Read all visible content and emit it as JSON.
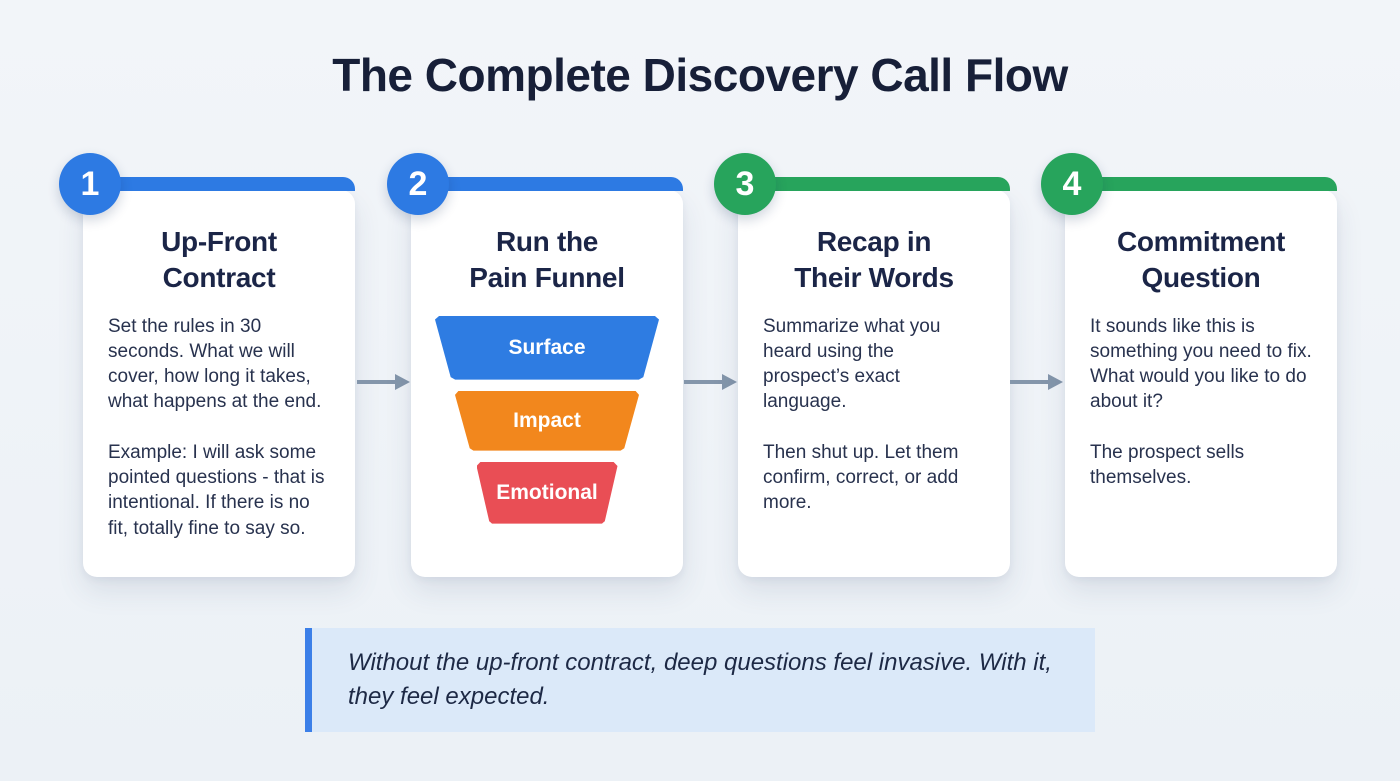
{
  "page": {
    "title": "The Complete Discovery Call Flow",
    "background_color": "#eef2f6"
  },
  "colors": {
    "accent_blue": "#2d7ae3",
    "accent_green": "#27a45c",
    "arrow_gray": "#8496ab",
    "title_navy": "#171f38"
  },
  "steps": [
    {
      "number": "1",
      "accent": "#2d7ae3",
      "title": "Up-Front\nContract",
      "paragraphs": [
        "Set the rules in 30 seconds. What we will cover, how long it takes, what happens at the end.",
        "Example: I will ask some pointed questions - that is intentional. If there is no fit, totally fine to say so."
      ]
    },
    {
      "number": "2",
      "accent": "#2d7ae3",
      "title": "Run the\nPain Funnel",
      "funnel": {
        "layers": [
          {
            "label": "Surface",
            "color": "#2e7ce2"
          },
          {
            "label": "Impact",
            "color": "#f2871d"
          },
          {
            "label": "Emotional",
            "color": "#e94e55"
          }
        ]
      }
    },
    {
      "number": "3",
      "accent": "#27a45c",
      "title": "Recap in\nTheir Words",
      "paragraphs": [
        "Summarize what you heard using the prospect’s exact language.",
        "Then shut up. Let them confirm, correct, or add more."
      ]
    },
    {
      "number": "4",
      "accent": "#27a45c",
      "title": "Commitment\nQuestion",
      "paragraphs": [
        "It sounds like this is something you need to fix. What would you like to do about it?",
        "The prospect sells themselves."
      ]
    }
  ],
  "quote": {
    "text": "Without the up-front contract, deep questions feel invasive. With it, they feel expected.",
    "background": "#dbe9f9",
    "border": "#3b7fe8"
  }
}
